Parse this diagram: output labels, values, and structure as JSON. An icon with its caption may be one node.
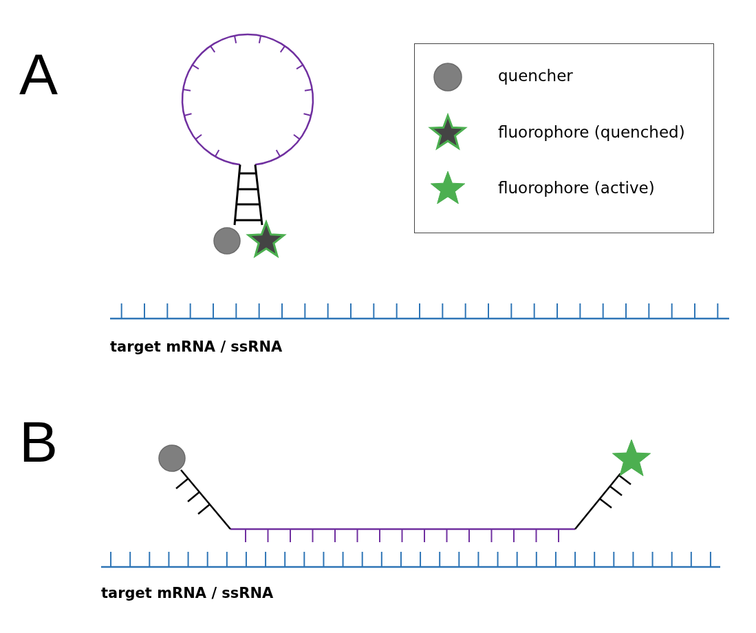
{
  "diagram": {
    "labels": [
      "A",
      "target mRNA / ssRNA",
      "B",
      "target mRNA / ssRNA"
    ],
    "legend": [
      {
        "text": "quencher"
      },
      {
        "text": "fluorophore (quenched)"
      },
      {
        "text": "fluorophore (active)"
      }
    ]
  }
}
